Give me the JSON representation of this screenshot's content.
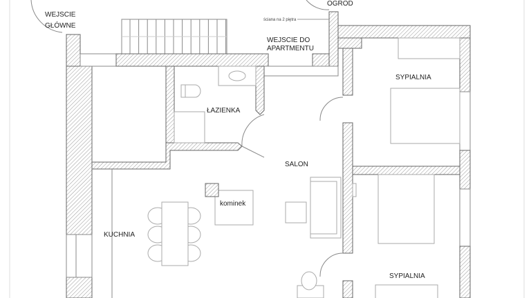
{
  "title": "Floor plan",
  "labels": {
    "main_entrance_line1": "WEJSCIE",
    "main_entrance_line2": "GŁÓWNE",
    "garden": "OGROD",
    "wall_note": "ściana na 2 piętra",
    "apartment_entrance_line1": "WEJSCIE DO",
    "apartment_entrance_line2": "APARTMENTU",
    "bedroom_1": "SYPIALNIA",
    "bathroom": "ŁAZIENKA",
    "living_room": "SALON",
    "fireplace": "kominek",
    "kitchen": "KUCHNIA",
    "bedroom_2": "SYPIALNIA"
  }
}
